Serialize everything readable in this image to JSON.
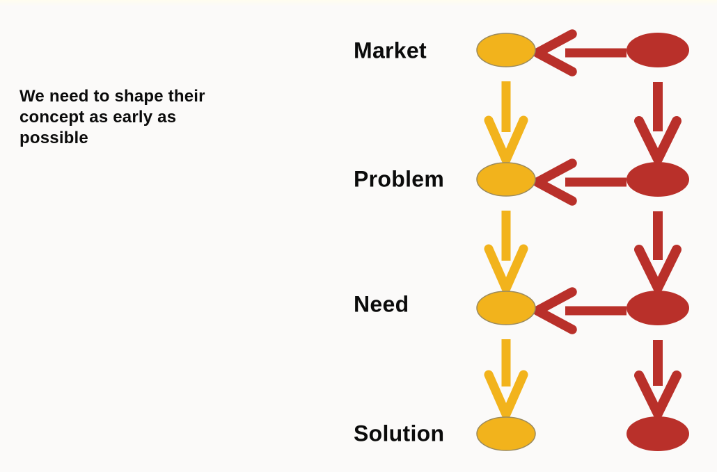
{
  "slide": {
    "background": "#FBFAF9",
    "side_note": "We need to shape their concept as early as possible",
    "labels": [
      "Market",
      "Problem",
      "Need",
      "Solution"
    ],
    "colors": {
      "yellow_fill": "#F2B31C",
      "yellow_outline": "#9A8A5E",
      "red_fill": "#B9302A",
      "text": "#0B0B0B"
    }
  }
}
